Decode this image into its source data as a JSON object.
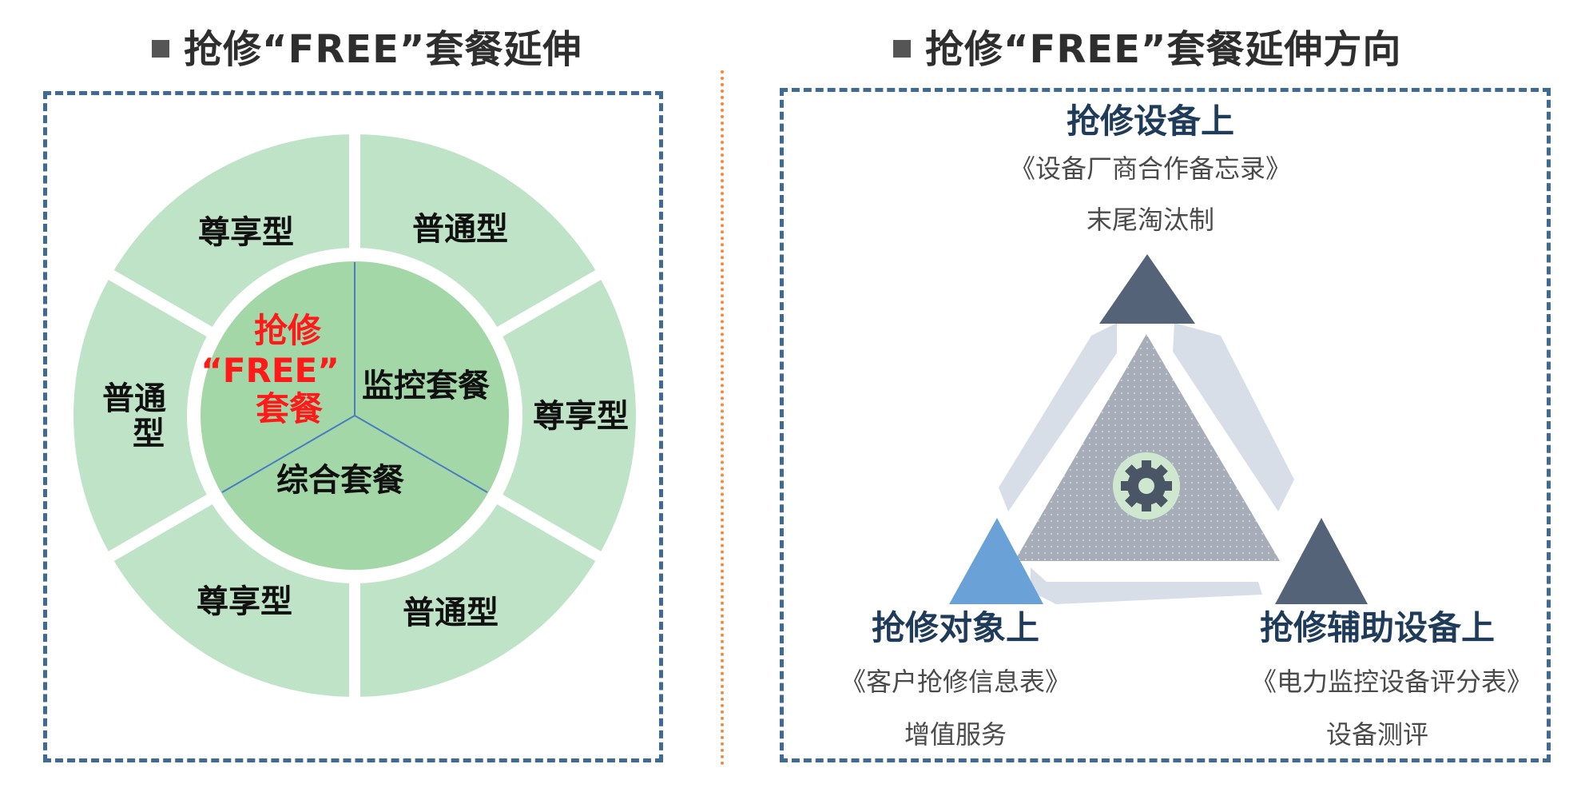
{
  "left_panel": {
    "title": "抢修“FREE”套餐延伸",
    "outer_ring": [
      {
        "label": "尊享型"
      },
      {
        "label": "普通型"
      },
      {
        "label": "尊享型"
      },
      {
        "label": "普通型"
      },
      {
        "label": "尊享型"
      },
      {
        "label_lines": [
          "普通",
          "型"
        ]
      }
    ],
    "center": {
      "free_lines": [
        "抢修",
        "“FREE”",
        "套餐"
      ],
      "monitor": "监控套餐",
      "comprehensive": "综合套餐"
    },
    "colors": {
      "ring": "#bfe3c6",
      "core": "#a3d7a8",
      "divider": "#4a7cc0",
      "accent": "#ff1a1a"
    }
  },
  "right_panel": {
    "title": "抢修“FREE”套餐延伸方向",
    "top": {
      "title": "抢修设备上",
      "doc": "《设备厂商合作备忘录》",
      "note": "末尾淘汰制"
    },
    "bottom_left": {
      "title": "抢修对象上",
      "doc": "《客户抢修信息表》",
      "note": "增值服务"
    },
    "bottom_right": {
      "title": "抢修辅助设备上",
      "doc": "《电力监控设备评分表》",
      "note": "设备测评"
    },
    "center_icon": "gear-icon",
    "colors": {
      "dark_triangle": "#556378",
      "blue_triangle": "#6aa2d8",
      "arrows": "#d8dee8",
      "gear": "#4a5566",
      "gear_bg": "#cfe6cf"
    }
  }
}
